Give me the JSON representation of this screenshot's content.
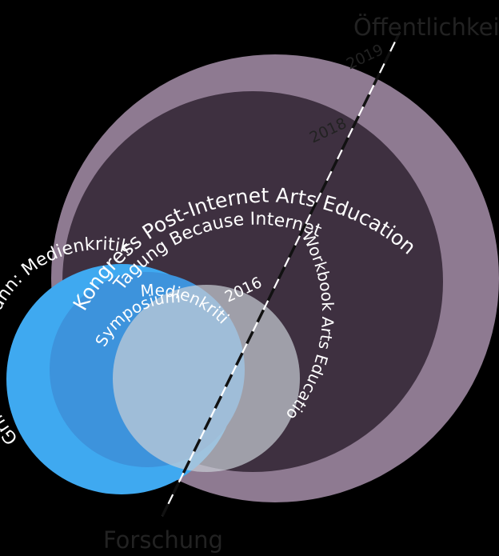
{
  "figure": {
    "background_color": "#000000",
    "axis_labels": {
      "top_right": "Öffentlichkeit",
      "bottom_left": "Forschung",
      "color": "#222222"
    },
    "axis_line": {
      "style": "dashed",
      "dash_colors": [
        "#111111",
        "#ffffff"
      ]
    }
  },
  "years": [
    {
      "label": "2019",
      "color": "#222222"
    },
    {
      "label": "2018",
      "color": "#222222"
    },
    {
      "label": "2016",
      "color": "#ffffff"
    }
  ],
  "regions": [
    {
      "id": "kongress",
      "label": "Kongress Post-Internet Arts Education",
      "color": "#8e7a91",
      "text_color": "#ffffff"
    },
    {
      "id": "tagung",
      "label": "Tagung Because Internet",
      "color": "#3e3040",
      "text_color": "#ffffff"
    },
    {
      "id": "workbook",
      "label": "Workbook Arts Education",
      "color": "#3e3040",
      "text_color": "#ffffff"
    },
    {
      "id": "grimme",
      "label": "Grimme-FoKo Zahn: Medienkritik",
      "color": "#3fa9f0",
      "text_color": "#ffffff"
    },
    {
      "id": "medienkritik",
      "label": "Medienkritik",
      "color": "#3d93dc",
      "text_color": "#ffffff"
    },
    {
      "id": "symposium",
      "label": "Symposium",
      "color": "#b0b4bc",
      "text_color": "#ffffff"
    }
  ],
  "chart_data": {
    "type": "diagram",
    "title": "",
    "description": "Nested / overlapping circle diagram of events placed on a Forschung–Öffentlichkeit axis",
    "axis": {
      "from": "Forschung",
      "to": "Öffentlichkeit"
    },
    "time_ticks": [
      "2016",
      "2018",
      "2019"
    ],
    "items": [
      {
        "name": "Kongress Post-Internet Arts Education",
        "year": "2019",
        "color": "#8e7a91"
      },
      {
        "name": "Tagung Because Internet",
        "year": "2018",
        "color": "#3e3040"
      },
      {
        "name": "Workbook Arts Education",
        "year": "2018",
        "color": "#3e3040"
      },
      {
        "name": "Grimme-FoKo Zahn: Medienkritik",
        "year": "2016",
        "color": "#3fa9f0"
      },
      {
        "name": "Medienkritik",
        "year": "2016",
        "color": "#3d93dc"
      },
      {
        "name": "Symposium",
        "year": "2016",
        "color": "#b0b4bc"
      }
    ]
  }
}
